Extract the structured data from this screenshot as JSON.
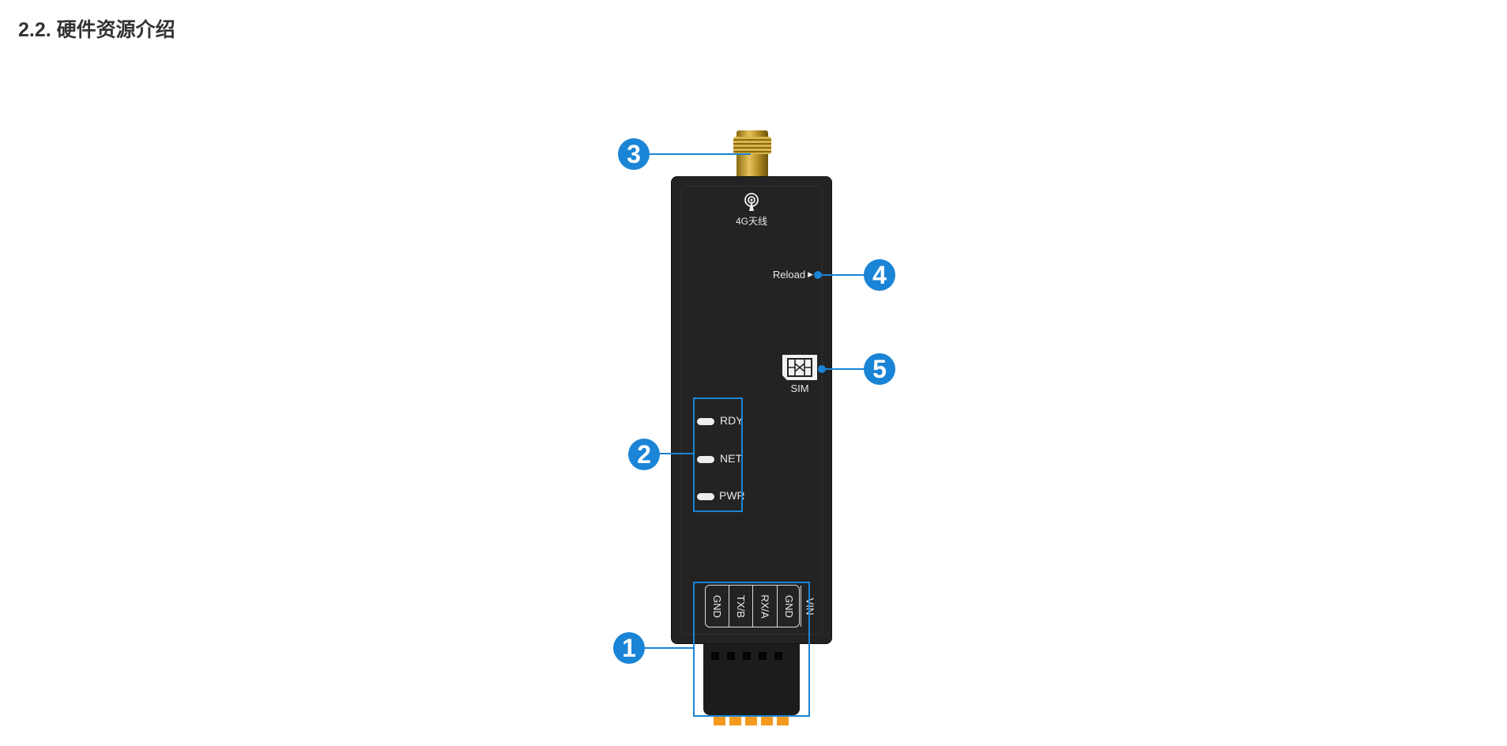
{
  "title": "2.2. 硬件资源介绍",
  "device": {
    "antenna_label": "4G天线",
    "reload_label": "Reload",
    "sim_label": "SIM",
    "leds": [
      "RDY",
      "NET",
      "PWR"
    ],
    "terminal_pins": [
      "GND",
      "TX/B",
      "RX/A",
      "GND",
      "VIN"
    ]
  },
  "callouts": [
    "1",
    "2",
    "3",
    "4",
    "5"
  ],
  "colors": {
    "callout": "#1a84d6",
    "body": "#232323",
    "terminal": "#f39a1e"
  }
}
